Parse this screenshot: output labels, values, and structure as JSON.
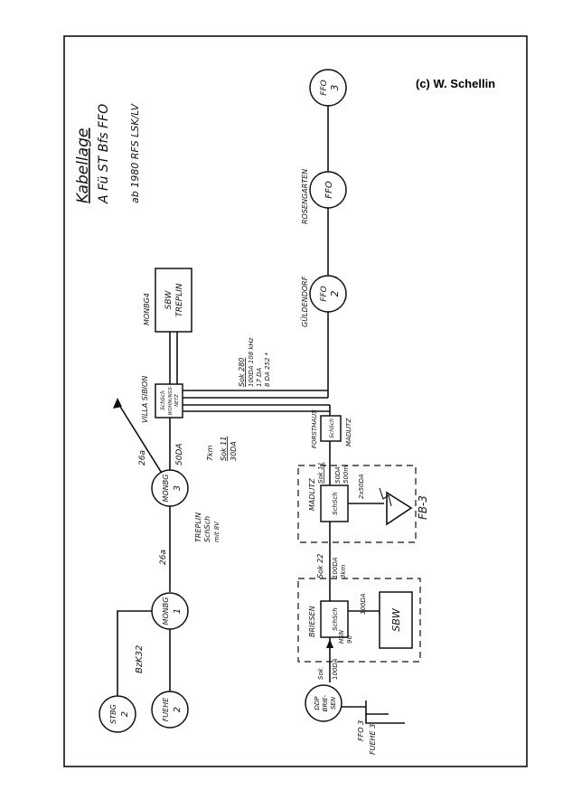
{
  "copyright": "(c) W. Schellin",
  "title": {
    "line1": "Kabellage",
    "line2": "A Fü ST Bfs FFO",
    "line3": "ab 1980 RFS LSK/LV"
  },
  "nodes": {
    "ffo3": {
      "name": "FFO",
      "num": "3"
    },
    "ffo_rosengarten": {
      "name": "FFO",
      "place": "ROSENGARTEN"
    },
    "ffo2": {
      "name": "FFO",
      "num": "2",
      "place": "GÜLDENDORF"
    },
    "monbg3": {
      "name": "MONBG",
      "num": "3"
    },
    "monbg1": {
      "name": "MONBG",
      "num": "1"
    },
    "stbg2": {
      "name": "STBG",
      "num": "2"
    },
    "fuehe2": {
      "name": "FUEHE",
      "num": "2"
    },
    "ddp": {
      "l1": "DDP",
      "l2": "BRIE-",
      "l3": "SEN"
    }
  },
  "boxes": {
    "sbw_treplin": {
      "l1": "SBW",
      "l2": "TREPLIN",
      "side": "MONBG4"
    },
    "villa": {
      "l1": "SchSch",
      "l2": "WOHNUNGS-",
      "l3": "NETZ",
      "label": "VILLA SIBION"
    },
    "forsthaus": {
      "inner": "SchSch",
      "label": "FORSTHAUS",
      "side": "MADLITZ"
    },
    "madlitz_schsch": "SchSch",
    "briesen_schsch": "SchSch",
    "sbw_briesen": "SBW"
  },
  "areas": {
    "fb3": "FB-3",
    "madlitz": "MADLITZ",
    "briesen": "BRIESEN"
  },
  "labels": {
    "l26a_top": "26a",
    "l26a_mid": "26a",
    "bzk32": "BzK32",
    "l50da": "50DA",
    "treplin": "TREPLIN",
    "treplin_schsch": "SchSch",
    "treplin_mit": "mit 8V",
    "km7": "7km",
    "sok11_a": "Sok 11",
    "sok11_a_da": "30DA",
    "sok280": "Sok 280",
    "sok280_l2": "100DA 108 kHz",
    "sok280_l3": "17 DA",
    "sok280_l4": "8 DA 252 *",
    "sok11_b": "Sok 11",
    "sok11_b_da": "50DA",
    "sok11_b_m": "500m",
    "l2x50da": "2x50DA",
    "sok22": "Sok 22",
    "sok22_da": "100DA",
    "sok22_km": "3km",
    "l100da_briesen": "100DA",
    "hsn": "HSN",
    "hsn_val": "90",
    "sok_ddp": "Sok",
    "sok_ddp_da": "100DA",
    "ffo3_bottom": "FFO 3",
    "fuehe3_bottom": "FUEHE 3"
  }
}
